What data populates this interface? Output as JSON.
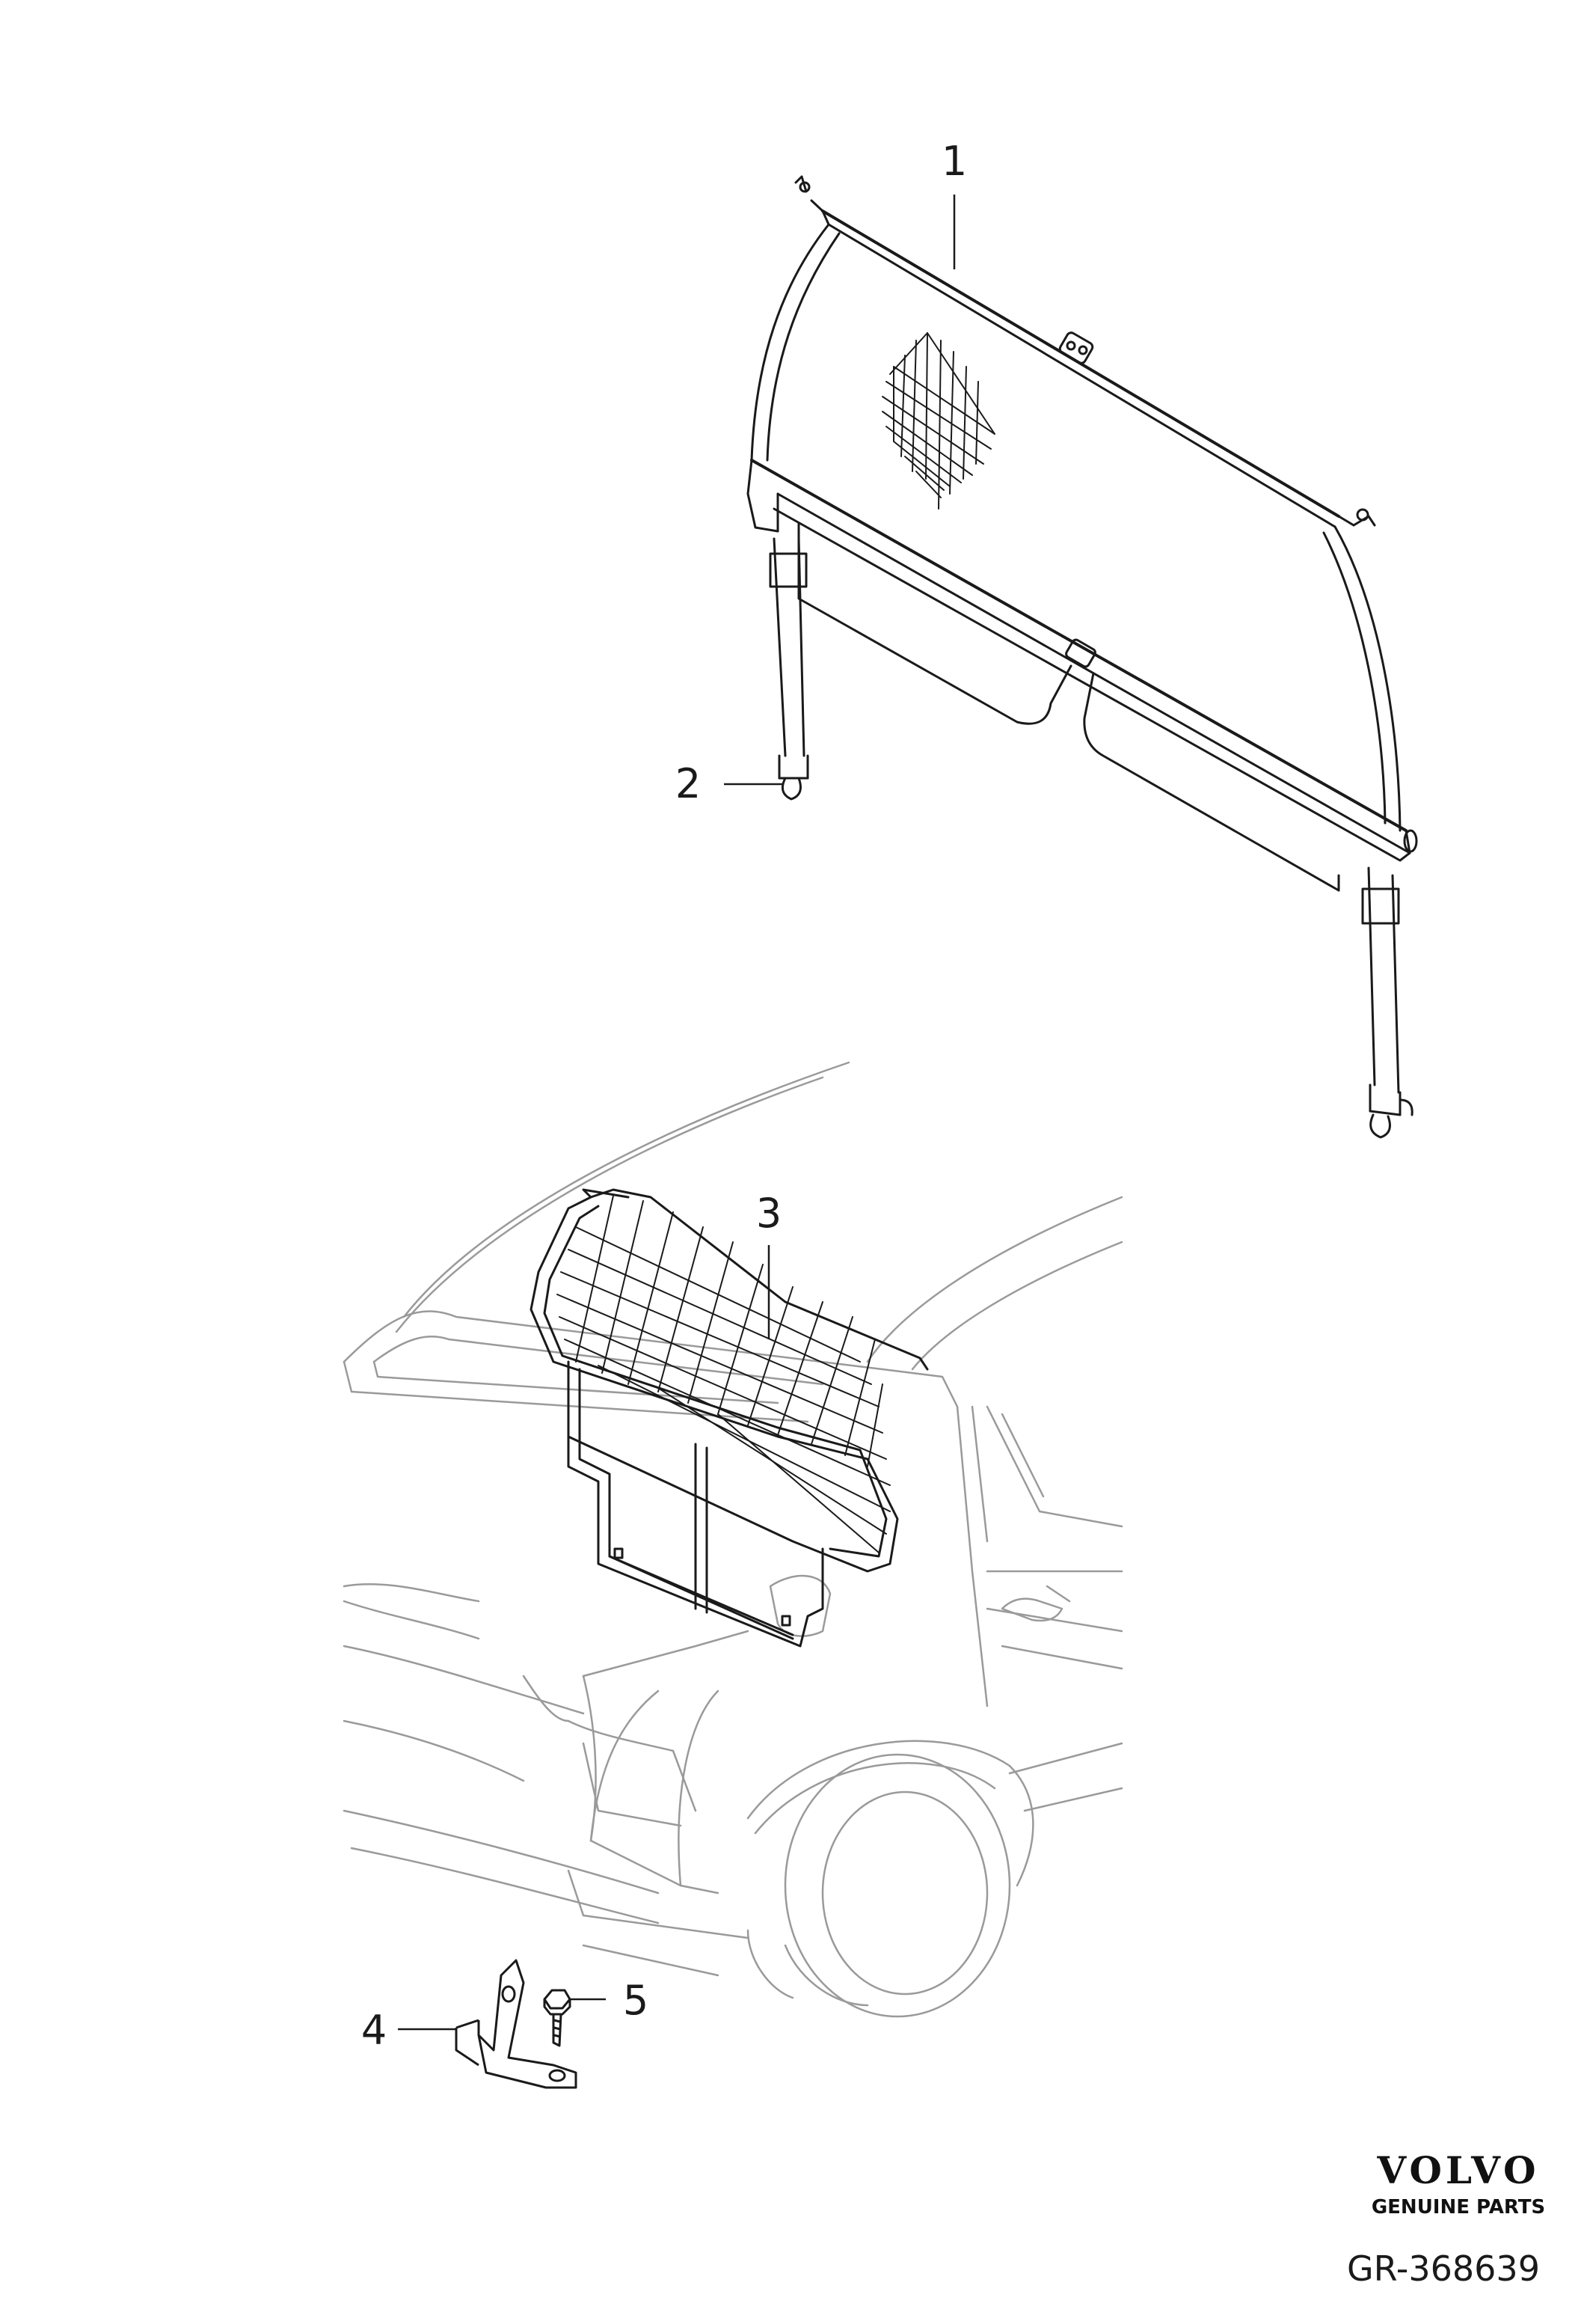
{
  "callouts": [
    {
      "id": "1",
      "label": "1"
    },
    {
      "id": "2",
      "label": "2"
    },
    {
      "id": "3",
      "label": "3"
    },
    {
      "id": "4",
      "label": "4"
    },
    {
      "id": "5",
      "label": "5"
    }
  ],
  "brand": {
    "logo": "VOLVO",
    "tagline": "GENUINE PARTS"
  },
  "reference": "GR-368639",
  "colors": {
    "line": "#1a1a1a",
    "car_outline": "#9a9a9a",
    "background": "#ffffff"
  }
}
